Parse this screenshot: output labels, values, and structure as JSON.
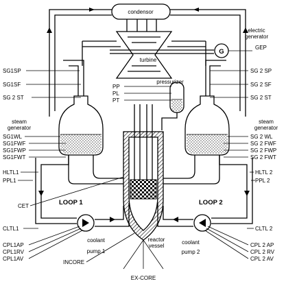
{
  "components": {
    "condensor": "condensor",
    "turbine": "turbine",
    "electric_generator": "electric generator",
    "generator_symbol": "G",
    "pressurizer": "pressurizer",
    "steam_generator_left": "steam generator",
    "steam_generator_right": "steam generator",
    "loop1": "LOOP 1",
    "loop2": "LOOP 2",
    "pump1": "coolant pump 1",
    "pump2": "coolant pump 2",
    "reactor_vessel": "reactor vessel"
  },
  "labels_left": [
    "SG1SP",
    "SG1SF",
    "SG 2 ST",
    "SG1WL",
    "SG1FWF",
    "SG1FWP",
    "SG1FWT",
    "HLTL1",
    "PPL1",
    "CET",
    "CLTL1",
    "CPL1AP",
    "CPL1RV",
    "CPL1AV",
    "INCORE"
  ],
  "labels_right": [
    "GEP",
    "SG 2 SP",
    "SG 2 SF",
    "SG 2 ST",
    "SG 2 WL",
    "SG 2 FWF",
    "SG 2 FWP",
    "SG 2 FWT",
    "HLTL 2",
    "PPL 2",
    "CLTL 2",
    "CPL 2 AP",
    "CPL 2 RV",
    "CPL 2 AV"
  ],
  "labels_pressurizer": [
    "PP",
    "PL",
    "PT"
  ],
  "label_bottom": "EX-CORE"
}
